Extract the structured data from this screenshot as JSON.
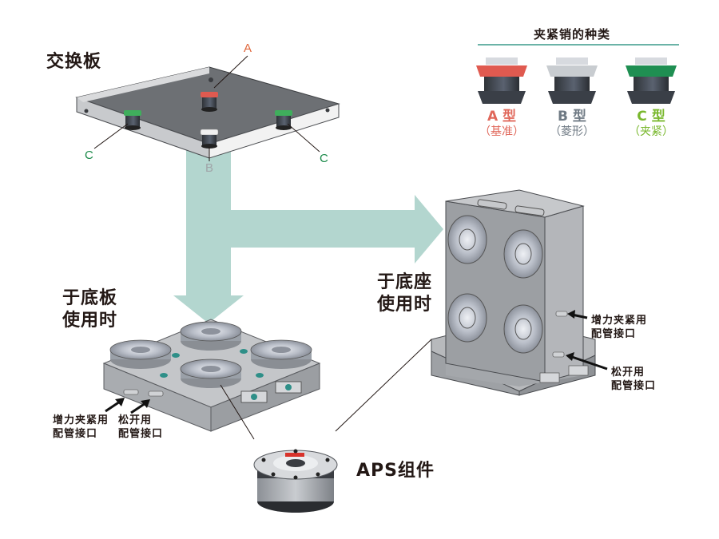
{
  "labels": {
    "exchange_plate": "交换板",
    "base_plate_use": [
      "于底板",
      "使用时"
    ],
    "base_block_use": [
      "于底座",
      "使用时"
    ],
    "aps_unit": "APS组件"
  },
  "callouts": {
    "A": "A",
    "B": "B",
    "C_left": "C",
    "C_right": "C"
  },
  "pin_types": {
    "title": "夹紧销的种类",
    "items": [
      {
        "name": "A 型",
        "sub": "（基准）",
        "color": "#e0675a",
        "band": "#e05a50",
        "letter": "A"
      },
      {
        "name": "B 型",
        "sub": "（菱形）",
        "color": "#6f7a84",
        "band": "#c8ccd0",
        "letter": "B"
      },
      {
        "name": "C 型",
        "sub": "（夹紧）",
        "color": "#7ab82e",
        "band": "#1f8f52",
        "letter": "C"
      }
    ]
  },
  "port_notes": {
    "plate_boost": [
      "增力夹紧用",
      "配管接口"
    ],
    "plate_release": [
      "松开用",
      "配管接口"
    ],
    "block_boost": [
      "增力夹紧用",
      "配管接口"
    ],
    "block_release": [
      "松开用",
      "配管接口"
    ]
  },
  "colors": {
    "arrow": "#b3d6cf",
    "divider": "#3a9a8a",
    "callout_A": "#e0673c",
    "callout_B": "#a0a4a8",
    "callout_C": "#1b8a4a"
  }
}
